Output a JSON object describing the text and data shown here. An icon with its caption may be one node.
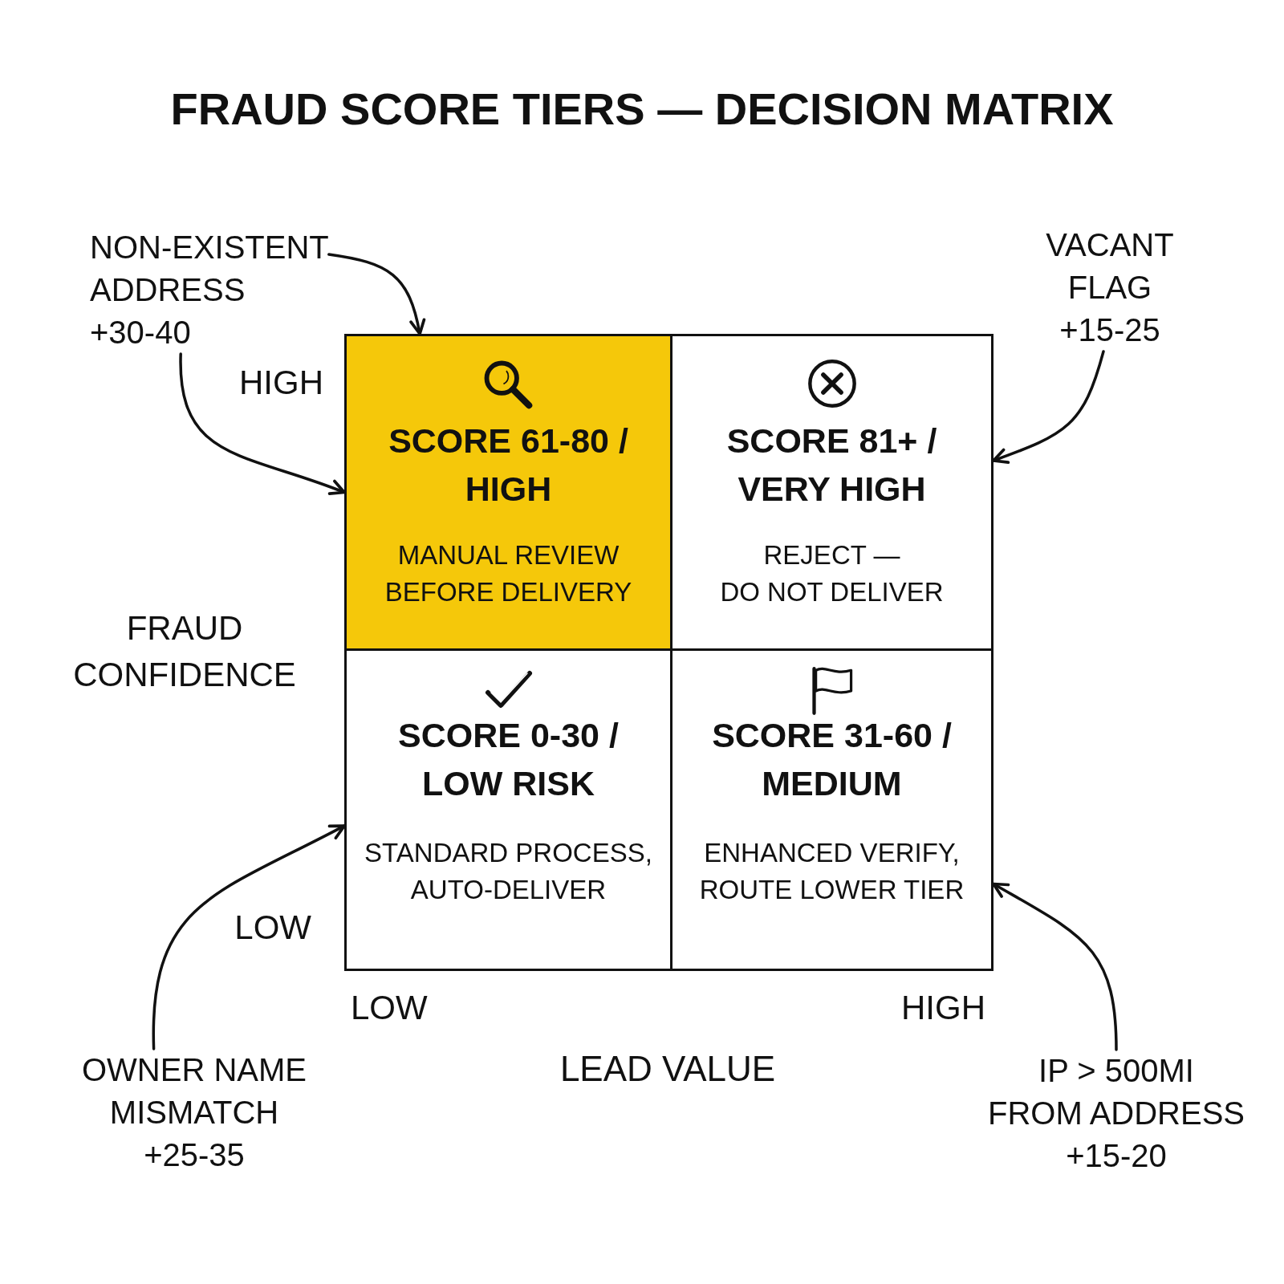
{
  "diagram": {
    "title": "FRAUD SCORE TIERS — DECISION MATRIX",
    "nodes": [
      {
        "text": [
          "NON-EXISTENT ADDRESS +30-40"
        ]
      },
      {
        "text": [
          "VACANT FLAG +15-25"
        ]
      },
      {
        "text": [
          "SCORE 61-80 / HIGH",
          "MANUAL REVIEW BEFORE DELIVERY"
        ]
      },
      {
        "text": [
          "SCORE 81+ / VERY HIGH",
          "REJECT — DO NOT DELIVER"
        ]
      },
      {
        "text": [
          "SCORE 0-30 / LOW RISK",
          "STANDARD PROCESS, AUTO-DELIVER"
        ]
      },
      {
        "text": [
          "SCORE 31-60 / MEDIUM",
          "ENHANCED VERIFY, ROUTE LOWER TIER"
        ]
      },
      {
        "text": [
          "OWNER NAME MISMATCH +25-35"
        ]
      },
      {
        "text": [
          "IP > 500MI FROM ADDRESS +15-20"
        ]
      }
    ],
    "edges": [
      {
        "from": 0,
        "to": 2,
        "arrow": "to"
      },
      {
        "from": 0,
        "to": 2,
        "arrow": "to"
      },
      {
        "from": 1,
        "to": 3,
        "arrow": "to"
      },
      {
        "from": 6,
        "to": 4,
        "arrow": "to"
      },
      {
        "from": 7,
        "to": 5,
        "arrow": "to"
      }
    ],
    "labels": [
      "HIGH",
      "FRAUD CONFIDENCE",
      "LOW",
      "LOW",
      "HIGH",
      "LEAD VALUE"
    ]
  }
}
